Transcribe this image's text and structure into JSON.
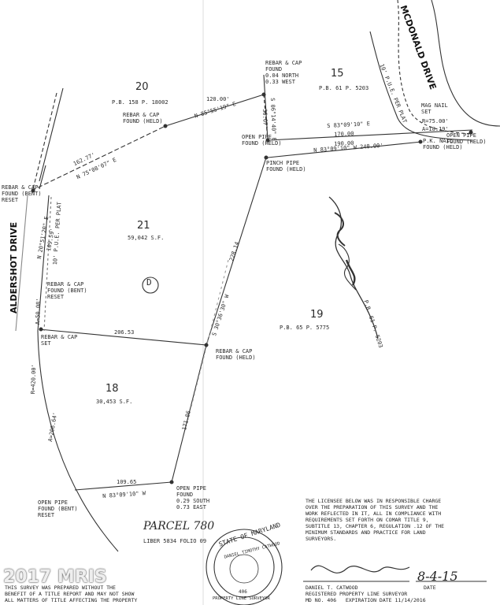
{
  "streets": {
    "mcdonald": "MCDONALD DRIVE",
    "aldershot": "ALDERSHOT DRIVE"
  },
  "lots": {
    "l20": {
      "number": "20",
      "plat": "P.B. 158 P. 18002"
    },
    "l15": {
      "number": "15",
      "plat": "P.B. 61 P. 5203"
    },
    "l21": {
      "number": "21",
      "area": "59,042 S.F."
    },
    "l19": {
      "number": "19",
      "plat": "P.B. 65 P. 5775"
    },
    "l18": {
      "number": "18",
      "area": "30,453 S.F."
    },
    "circle": "D",
    "parcel": "PARCEL 780",
    "parcel_liber": "LIBER 5834 FOLIO 09",
    "plat_right": "P.B. 61 P. 5203"
  },
  "bearings": {
    "b1": "N 85°55'19\" E",
    "d1": "120.00'",
    "b2": "N 75°08'07\" E",
    "d2": "162.77'",
    "b3": "S 06°14'40\" E",
    "d3": "36.07'",
    "b4": "S 83°09'10\" E",
    "d4": "170.00",
    "b5": "N 83°09'10\" W 240.00'",
    "d5": "190.00",
    "b6": "S 30°36'30\" W",
    "d6": "228.14",
    "d7": "171.86",
    "d8": "206.53",
    "b9": "N 83°09'10\" W",
    "d9": "109.65",
    "b10": "N 20°51'20\" E",
    "d10": "109.59'",
    "arc1": "A=50.08'",
    "arc2": "R=420.00'",
    "arc3": "A=206.64'",
    "curve1": "R=75.00'",
    "curve2": "A=18.19'",
    "pue_left": "10' P.U.E. PER PLAT",
    "pue_right": "10' P.U.E. PER PLAT"
  },
  "monuments": {
    "m1": "REBAR & CAP\nFOUND\n0.04 NORTH\n0.33 WEST",
    "m2": "REBAR & CAP\nFOUND (HELD)",
    "m3": "MAG NAIL\nSET",
    "m4": "OPEN PIPE\nFOUND (HELD)",
    "m5": "OPEN PIPE\nFOUND (HELD)",
    "m6": "P.K. NAIL\nFOUND (HELD)",
    "m7": "PINCH PIPE\nFOUND (HELD)",
    "m8": "REBAR & CAP\nFOUND (BENT)\nRESET",
    "m9": "REBAR & CAP\nFOUND (BENT)\nRESET",
    "m10": "REBAR & CAP\nSET",
    "m11": "REBAR & CAP\nFOUND (HELD)",
    "m12": "OPEN PIPE\nFOUND\n0.29 SOUTH\n0.73 EAST",
    "m13": "OPEN PIPE\nFOUND (BENT)\nRESET"
  },
  "certification": "THE LICENSEE BELOW WAS IN RESPONSIBLE CHARGE\nOVER THE PREPARATION OF THIS SURVEY AND THE\nWORK REFLECTED IN IT, ALL IN COMPLIANCE WITH\nREQUIREMENTS SET FORTH ON COMAR TITLE 9,\nSUBTITLE 13, CHAPTER 6, REGULATION .12 OF THE\nMINIMUM STANDARDS AND PRACTICE FOR LAND\nSURVEYORS.",
  "surveyor": {
    "name": "DANIEL T. CATWOOD",
    "title": "REGISTERED PROPERTY LINE SURVEYOR",
    "license": "MD NO. 406   EXPIRATION DATE 11/14/2016",
    "date_label": "DATE",
    "date": "8-4-15",
    "seal_top": "STATE OF MARYLAND",
    "seal_name": "DANIEL TIMOTHY CATWOOD",
    "seal_no": "406",
    "seal_bottom": "PROPERTY LINE SURVEYOR"
  },
  "disclaimer": "THIS SURVEY WAS PREPARED WITHOUT THE\nBENEFIT OF A TITLE REPORT AND MAY NOT SHOW\nALL MATTERS OF TITLE AFFECTING THE PROPERTY",
  "watermark": "2017 MRIS"
}
